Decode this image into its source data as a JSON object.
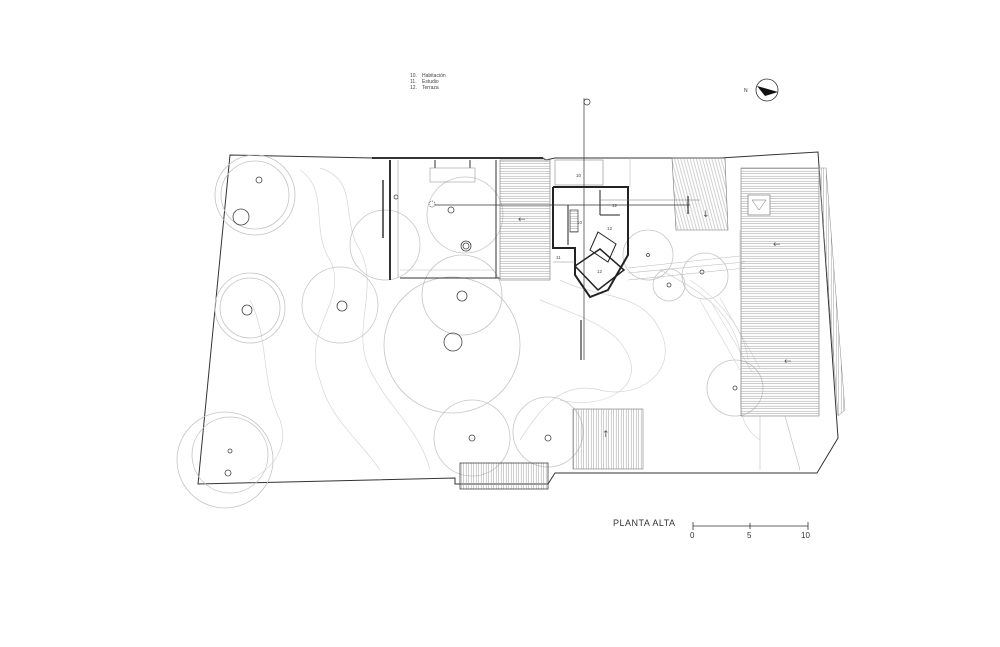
{
  "legend": [
    {
      "num": "10.",
      "label": "Habitación"
    },
    {
      "num": "11.",
      "label": "Estudio"
    },
    {
      "num": "12.",
      "label": "Terraza"
    }
  ],
  "plan_title": "PLANTA ALTA",
  "scale_ticks": [
    "0",
    "5",
    "10"
  ],
  "north_label": "N",
  "room_labels": [
    {
      "id": "r10a",
      "text": "10"
    },
    {
      "id": "r12a",
      "text": "12"
    },
    {
      "id": "r10b",
      "text": "10"
    },
    {
      "id": "r12b",
      "text": "12"
    },
    {
      "id": "r11",
      "text": "11"
    },
    {
      "id": "r12c",
      "text": "12"
    }
  ],
  "colors": {
    "line": "#333333",
    "faint": "#c8c8c8",
    "tree": "#bdbdbd"
  },
  "icons": [
    "north-arrow-icon",
    "direction-arrow-icon",
    "cut-marker-icon"
  ]
}
